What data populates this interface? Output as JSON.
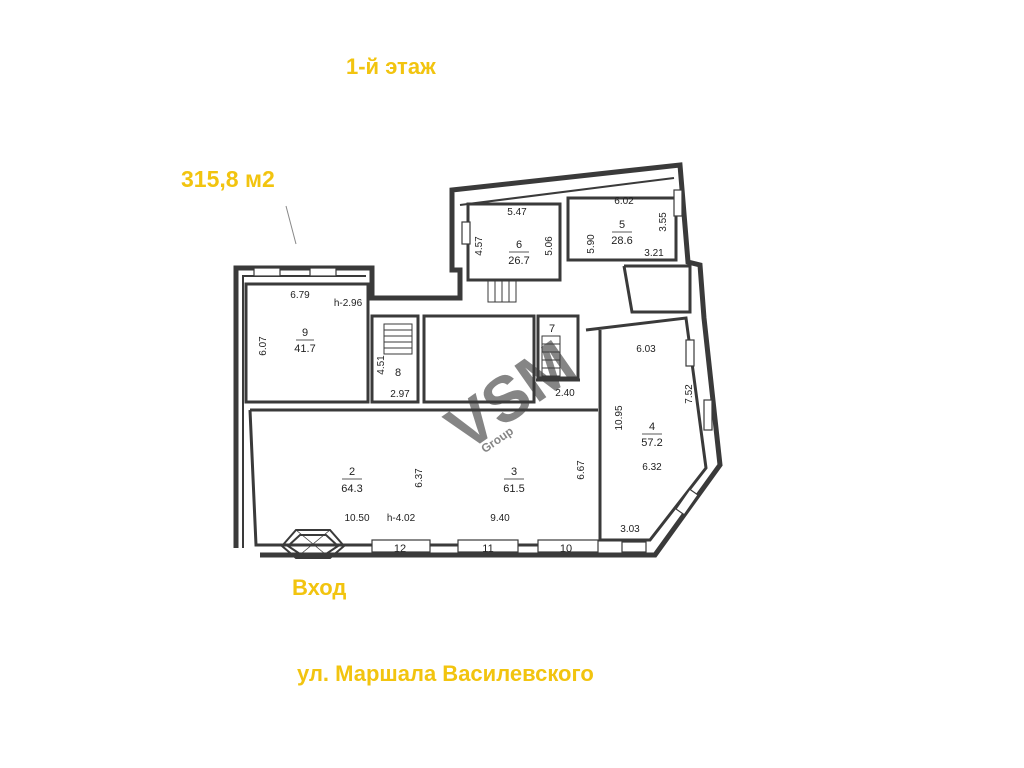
{
  "header": {
    "floor_title": "1-й этаж",
    "total_area": "315,8 м2"
  },
  "labels": {
    "entrance": "Вход",
    "street": "ул. Маршала Василевского"
  },
  "watermark": {
    "text": "VSM",
    "subtext": "Group"
  },
  "colors": {
    "accent_yellow": "#f2c40f",
    "wall": "#3a3a3a",
    "ink": "#222222",
    "watermark": "#d9d9d9"
  },
  "rooms": [
    {
      "id": "room-9",
      "number": "9",
      "area": "41.7",
      "dims": [
        "6.79",
        "h-2.96",
        "6.07"
      ]
    },
    {
      "id": "room-8",
      "number": "8",
      "area": "",
      "dims": [
        "4.51",
        "2.97"
      ]
    },
    {
      "id": "room-7",
      "number": "7",
      "area": "",
      "dims": [
        "2.40"
      ]
    },
    {
      "id": "room-6",
      "number": "6",
      "area": "26.7",
      "dims": [
        "5.47",
        "4.57",
        "5.06"
      ]
    },
    {
      "id": "room-5",
      "number": "5",
      "area": "28.6",
      "dims": [
        "6.02",
        "5.90",
        "3.55",
        "3.21"
      ]
    },
    {
      "id": "room-4",
      "number": "4",
      "area": "57.2",
      "dims": [
        "6.03",
        "10.95",
        "7.52",
        "6.32",
        "3.03"
      ]
    },
    {
      "id": "room-3",
      "number": "3",
      "area": "61.5",
      "dims": [
        "6.37",
        "6.67",
        "9.40"
      ]
    },
    {
      "id": "room-2",
      "number": "2",
      "area": "64.3",
      "dims": [
        "10.50",
        "h-4.02"
      ]
    },
    {
      "id": "room-12",
      "number": "12",
      "area": "",
      "dims": []
    },
    {
      "id": "room-11",
      "number": "11",
      "area": "",
      "dims": []
    },
    {
      "id": "room-10",
      "number": "10",
      "area": "",
      "dims": []
    }
  ]
}
